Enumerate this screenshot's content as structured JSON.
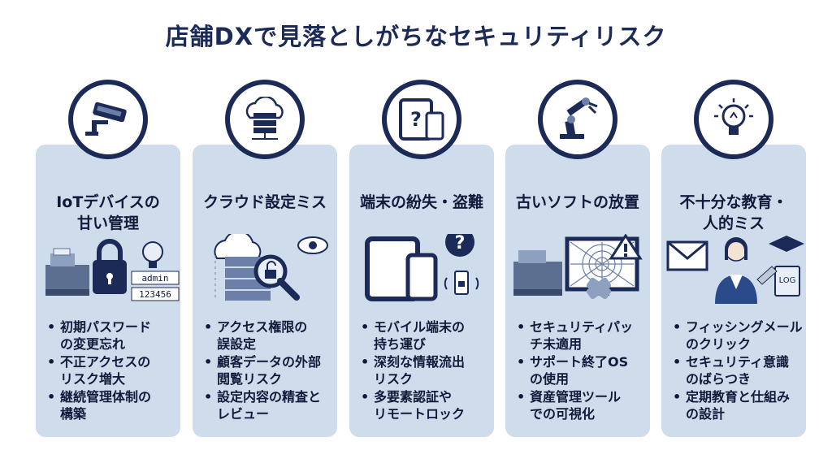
{
  "title": "店舗DXで見落としがちなセキュリティリスク",
  "cards": [
    {
      "heading": "IoTデバイスの\n甘い管理",
      "icon": "security-camera-icon",
      "illus_text": [
        "admin",
        "123456"
      ],
      "bullets": [
        "初期パスワード\nの変更忘れ",
        "不正アクセスの\nリスク増大",
        "継続管理体制の\n構築"
      ]
    },
    {
      "heading": "クラウド設定ミス",
      "icon": "cloud-server-icon",
      "bullets": [
        "アクセス権限の\n誤設定",
        "顧客データの外部\n閲覧リスク",
        "設定内容の精査と\nレビュー"
      ]
    },
    {
      "heading": "端末の紛失・盗難",
      "icon": "lost-device-icon",
      "illus_text": [
        "?"
      ],
      "bullets": [
        "モバイル端末の\n持ち運び",
        "深刻な情報流出\nリスク",
        "多要素認証や\nリモートロック"
      ]
    },
    {
      "heading": "古いソフトの放置",
      "icon": "robot-arm-icon",
      "bullets": [
        "セキュリティパッ\nチ未適用",
        "サポート終了OS\nの使用",
        "資産管理ツール\nでの可視化"
      ]
    },
    {
      "heading": "不十分な教育・\n人的ミス",
      "icon": "lightbulb-icon",
      "illus_text": [
        "LOG"
      ],
      "bullets": [
        "フィッシングメール\nのクリック",
        "セキュリティ意識\nのばらつき",
        "定期教育と仕組み\nの設計"
      ]
    }
  ],
  "colors": {
    "navy": "#1b2a57",
    "card": "#cfdcec",
    "accent": "#2a4a8a"
  }
}
